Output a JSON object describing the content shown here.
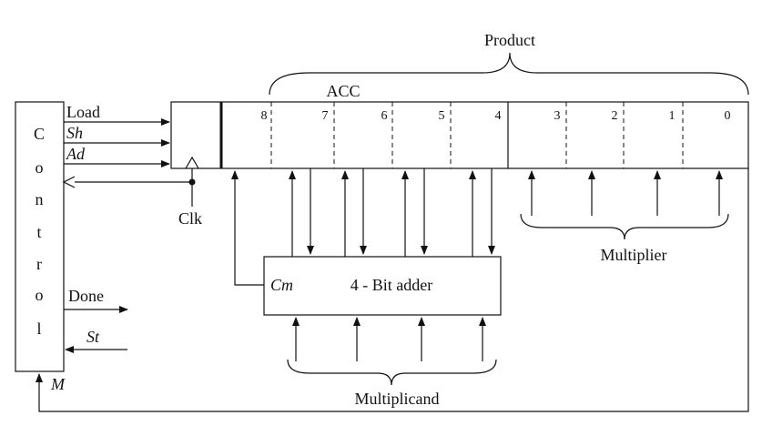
{
  "labels": {
    "product": "Product",
    "acc": "ACC",
    "multiplier": "Multiplier",
    "multiplicand": "Multiplicand",
    "adder": "4 - Bit adder",
    "cm": "Cm",
    "clk": "Clk",
    "load": "Load",
    "sh": "Sh",
    "ad": "Ad",
    "done": "Done",
    "st": "St",
    "m": "M"
  },
  "control_letters": [
    "C",
    "o",
    "n",
    "t",
    "r",
    "o",
    "l"
  ],
  "bits": [
    "8",
    "7",
    "6",
    "5",
    "4",
    "3",
    "2",
    "1",
    "0"
  ],
  "colors": {
    "ink": "#111111",
    "background": "#ffffff"
  }
}
